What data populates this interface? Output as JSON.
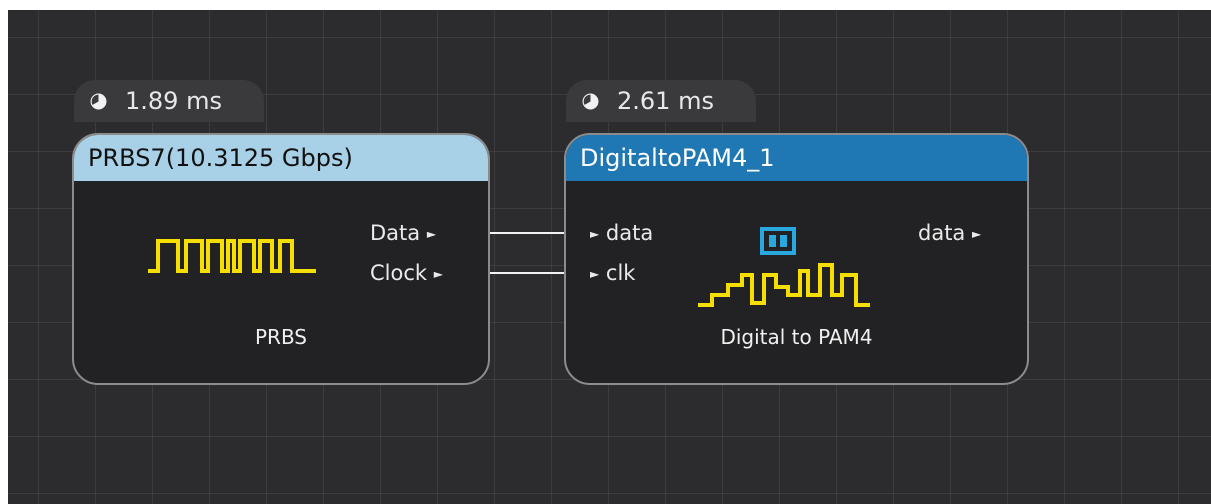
{
  "blocks": [
    {
      "title": "PRBS7(10.3125 Gbps)",
      "timing": "1.89 ms",
      "caption": "PRBS",
      "inputs": [],
      "outputs": [
        "Data",
        "Clock"
      ],
      "header_color": "#a8d0e6",
      "header_text_color": "#111111",
      "icon": "prbs-square-wave-icon"
    },
    {
      "title": "DigitaltoPAM4_1",
      "timing": "2.61 ms",
      "caption": "Digital to PAM4",
      "inputs": [
        "data",
        "clk"
      ],
      "outputs": [
        "data"
      ],
      "header_color": "#1f78b4",
      "header_text_color": "#ffffff",
      "icon": "pam4-staircase-wave-icon",
      "badge_icon": "pause-bars-icon"
    }
  ],
  "connections": [
    {
      "from": "Data",
      "to": "data"
    },
    {
      "from": "Clock",
      "to": "clk"
    }
  ],
  "colors": {
    "canvas": "#2c2c2f",
    "node_body": "#222224",
    "node_border": "#8c8c8c",
    "waveform": "#f5de00",
    "badge": "#29a8e0"
  }
}
